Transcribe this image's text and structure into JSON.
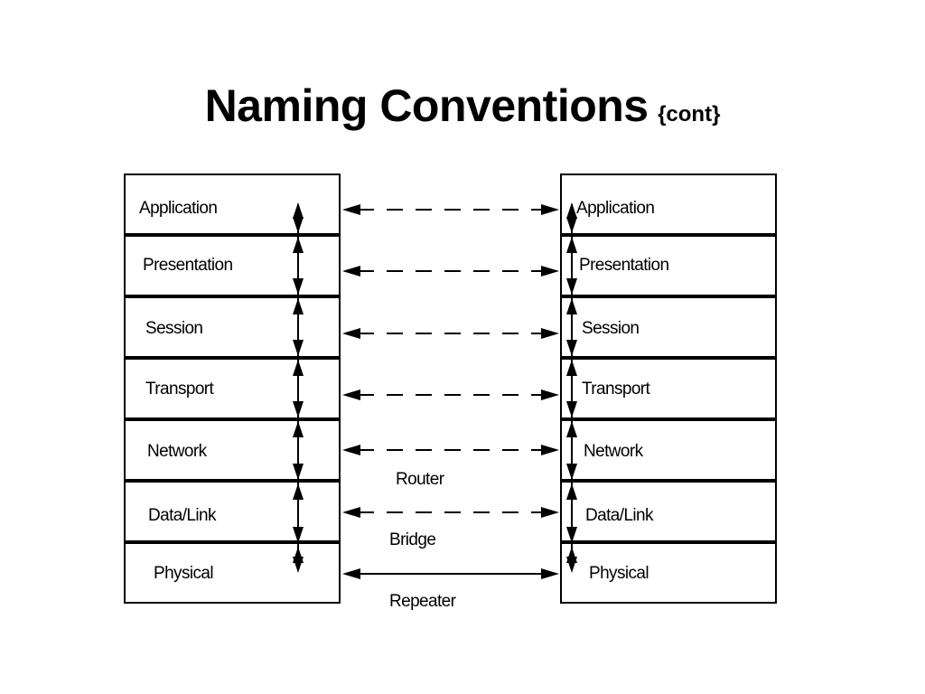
{
  "title": {
    "main": "Naming Conventions",
    "suffix": "{cont}"
  },
  "left_stack": {
    "layers": [
      {
        "label": "Application"
      },
      {
        "label": "Presentation"
      },
      {
        "label": "Session"
      },
      {
        "label": "Transport"
      },
      {
        "label": "Network"
      },
      {
        "label": "Data/Link"
      },
      {
        "label": "Physical"
      }
    ]
  },
  "right_stack": {
    "layers": [
      {
        "label": "Application"
      },
      {
        "label": "Presentation"
      },
      {
        "label": "Session"
      },
      {
        "label": "Transport"
      },
      {
        "label": "Network"
      },
      {
        "label": "Data/Link"
      },
      {
        "label": "Physical"
      }
    ]
  },
  "connections": [
    {
      "layer": "Application",
      "style": "dashed",
      "label": ""
    },
    {
      "layer": "Presentation",
      "style": "dashed",
      "label": ""
    },
    {
      "layer": "Session",
      "style": "dashed",
      "label": ""
    },
    {
      "layer": "Transport",
      "style": "dashed",
      "label": ""
    },
    {
      "layer": "Network",
      "style": "dashed",
      "label": "Router"
    },
    {
      "layer": "Data/Link",
      "style": "dashed",
      "label": "Bridge"
    },
    {
      "layer": "Physical",
      "style": "solid",
      "label": "Repeater"
    }
  ]
}
